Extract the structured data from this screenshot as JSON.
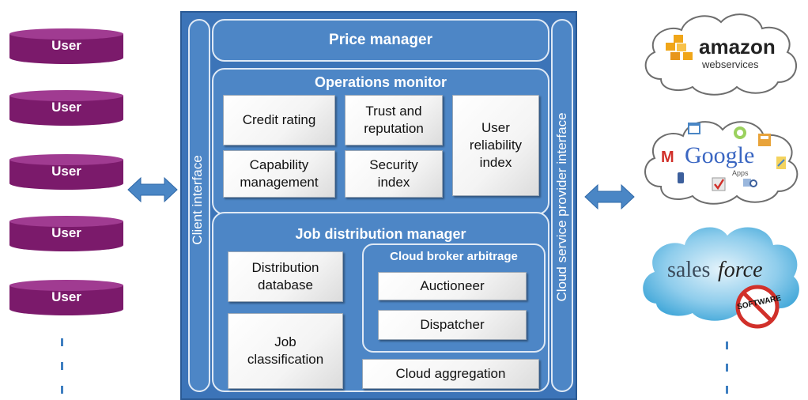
{
  "users": [
    "User",
    "User",
    "User",
    "User",
    "User"
  ],
  "client_interface": "Client interface",
  "provider_interface": "Cloud service provider interface",
  "price_manager": "Price manager",
  "operations_monitor": {
    "title": "Operations monitor",
    "credit_rating": "Credit rating",
    "trust_reputation": "Trust and\nreputation",
    "user_reliability": "User\nreliability\nindex",
    "capability_management": "Capability\nmanagement",
    "security_index": "Security\nindex"
  },
  "job_distribution": {
    "title": "Job distribution manager",
    "distribution_database": "Distribution\ndatabase",
    "job_classification": "Job\nclassification",
    "broker": {
      "title": "Cloud broker arbitrage",
      "auctioneer": "Auctioneer",
      "dispatcher": "Dispatcher"
    },
    "cloud_aggregation": "Cloud aggregation"
  },
  "providers": {
    "amazon": {
      "name": "amazon",
      "sub": "webservices"
    },
    "google": {
      "name": "Google",
      "sub": "Apps"
    },
    "salesforce": {
      "name_a": "sales",
      "name_b": "force",
      "badge": "SOFTWARE"
    }
  },
  "colors": {
    "user_purple": "#7b1a6b",
    "panel_blue": "#3c74b8",
    "arrow_blue": "#4a86c5"
  }
}
